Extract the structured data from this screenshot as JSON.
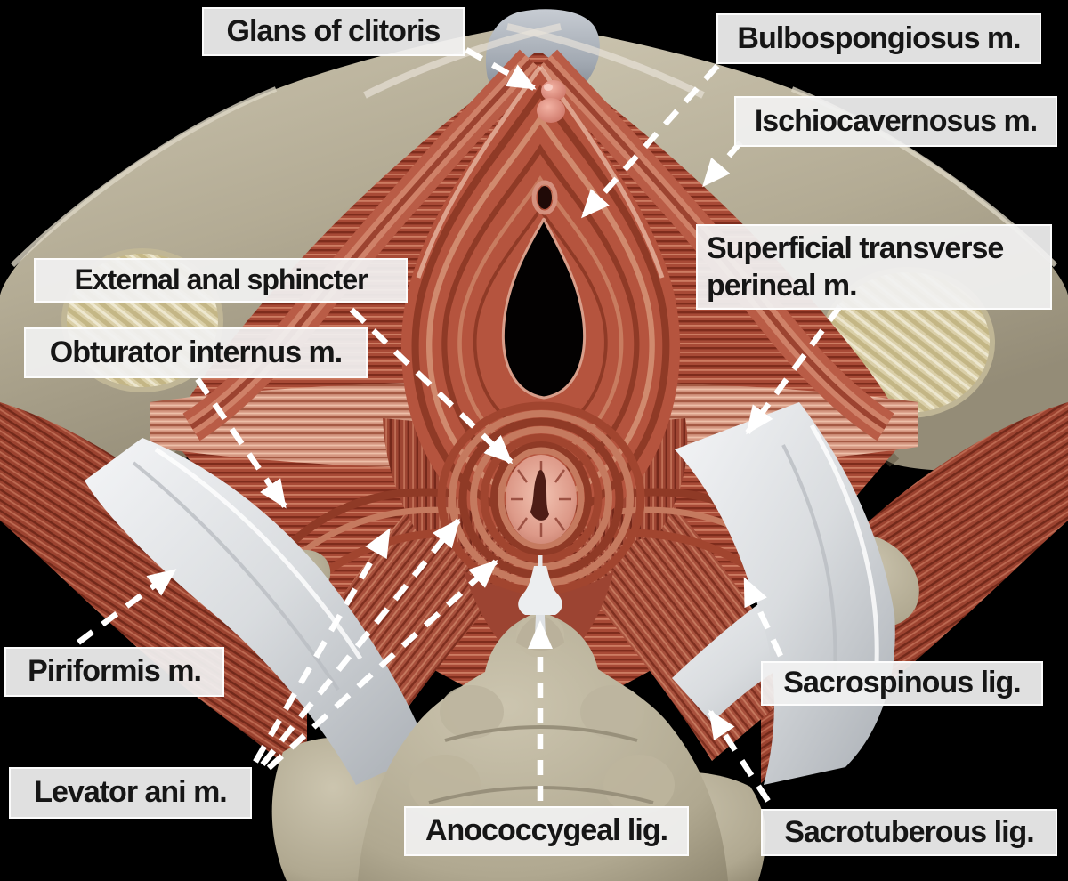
{
  "labels": {
    "glans": "Glans of clitoris",
    "bulbospongiosus": "Bulbospongiosus m.",
    "ischiocavernosus": "Ischiocavernosus m.",
    "superficial_line1": "Superficial transverse",
    "superficial_line2": "perineal m.",
    "external_anal_sphincter": "External anal sphincter",
    "obturator_internus": "Obturator internus m.",
    "piriformis": "Piriformis m.",
    "levator_ani": "Levator ani m.",
    "anococcygeal": "Anococcygeal lig.",
    "sacrospinous": "Sacrospinous lig.",
    "sacrotuberous": "Sacrotuberous lig."
  },
  "style": {
    "label_background": "#f1f1f1",
    "label_text_color": "#161616",
    "arrow_color": "#ffffff",
    "background": "#000000",
    "muscle_red": "#a84a36",
    "muscle_shadow": "#7e2c1c",
    "muscle_highlight": "#d08a6e",
    "bone_tan": "#b6ae97",
    "tendon_hatch": "#ded3ab",
    "ligament_white": "#e9eaec",
    "clitoral_body_gray": "#9fa6ae",
    "glans_pink": "#e39384"
  }
}
